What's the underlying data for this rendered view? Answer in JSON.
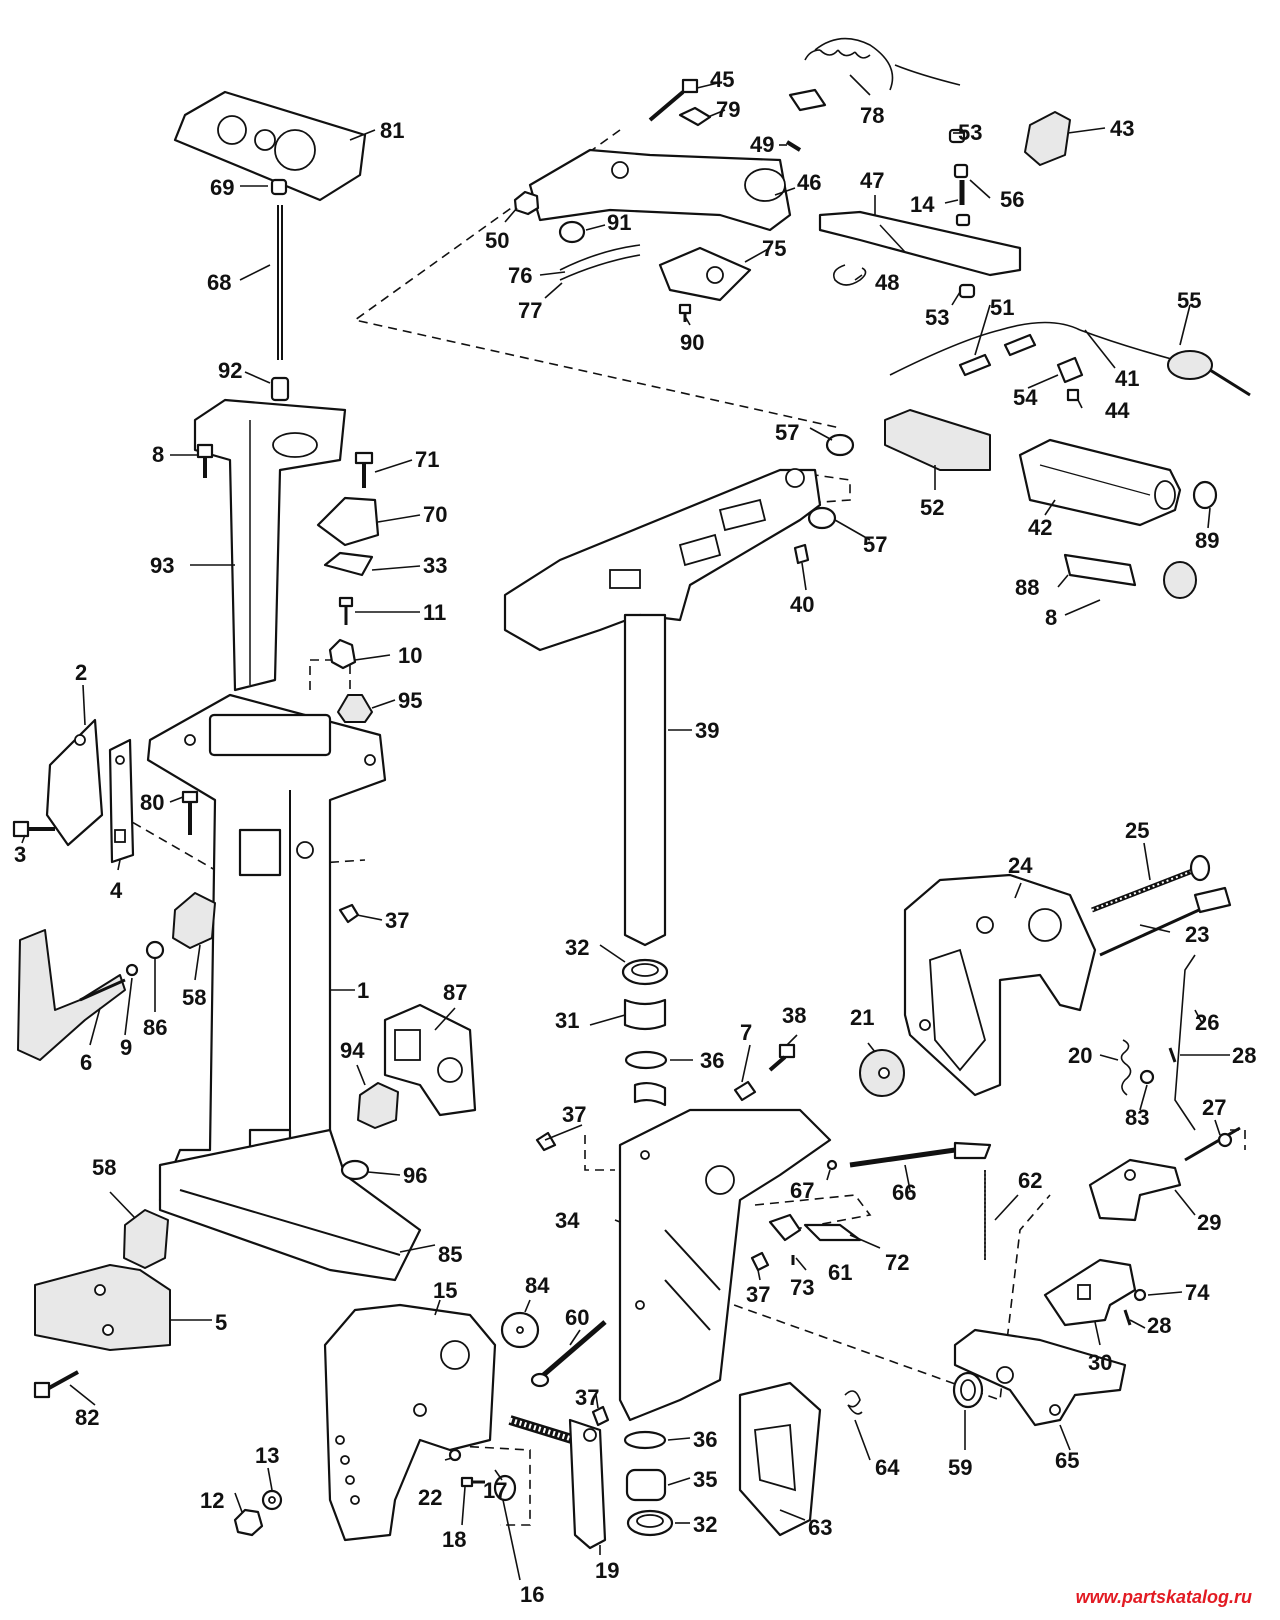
{
  "part_labels": [
    "1",
    "2",
    "3",
    "4",
    "5",
    "6",
    "7",
    "8",
    "9",
    "10",
    "11",
    "12",
    "13",
    "14",
    "15",
    "16",
    "17",
    "18",
    "19",
    "20",
    "21",
    "22",
    "23",
    "24",
    "25",
    "26",
    "27",
    "28",
    "29",
    "30",
    "31",
    "32",
    "33",
    "34",
    "35",
    "36",
    "37",
    "38",
    "39",
    "40",
    "41",
    "42",
    "43",
    "44",
    "45",
    "46",
    "47",
    "48",
    "49",
    "50",
    "51",
    "52",
    "53",
    "54",
    "55",
    "56",
    "57",
    "58",
    "59",
    "60",
    "61",
    "62",
    "63",
    "64",
    "65",
    "66",
    "67",
    "68",
    "69",
    "70",
    "71",
    "72",
    "73",
    "74",
    "75",
    "76",
    "77",
    "78",
    "79",
    "80",
    "81",
    "82",
    "83",
    "84",
    "85",
    "86",
    "87",
    "88",
    "89",
    "90",
    "91",
    "92",
    "93",
    "94",
    "95",
    "96"
  ],
  "callouts": [
    {
      "text": "81"
    },
    {
      "text": "69"
    },
    {
      "text": "68"
    },
    {
      "text": "92"
    },
    {
      "text": "8"
    },
    {
      "text": "93"
    },
    {
      "text": "71"
    },
    {
      "text": "70"
    },
    {
      "text": "33"
    },
    {
      "text": "11"
    },
    {
      "text": "10"
    },
    {
      "text": "95"
    },
    {
      "text": "2"
    },
    {
      "text": "3"
    },
    {
      "text": "4"
    },
    {
      "text": "80"
    },
    {
      "text": "37"
    },
    {
      "text": "58"
    },
    {
      "text": "1"
    },
    {
      "text": "6"
    },
    {
      "text": "9"
    },
    {
      "text": "86"
    },
    {
      "text": "87"
    },
    {
      "text": "94"
    },
    {
      "text": "96"
    },
    {
      "text": "58"
    },
    {
      "text": "85"
    },
    {
      "text": "5"
    },
    {
      "text": "82"
    },
    {
      "text": "15"
    },
    {
      "text": "12"
    },
    {
      "text": "13"
    },
    {
      "text": "22"
    },
    {
      "text": "17"
    },
    {
      "text": "18"
    },
    {
      "text": "16"
    },
    {
      "text": "19"
    },
    {
      "text": "45"
    },
    {
      "text": "79"
    },
    {
      "text": "78"
    },
    {
      "text": "49"
    },
    {
      "text": "53"
    },
    {
      "text": "43"
    },
    {
      "text": "46"
    },
    {
      "text": "47"
    },
    {
      "text": "14"
    },
    {
      "text": "56"
    },
    {
      "text": "50"
    },
    {
      "text": "91"
    },
    {
      "text": "75"
    },
    {
      "text": "76"
    },
    {
      "text": "77"
    },
    {
      "text": "48"
    },
    {
      "text": "90"
    },
    {
      "text": "53"
    },
    {
      "text": "51"
    },
    {
      "text": "55"
    },
    {
      "text": "41"
    },
    {
      "text": "54"
    },
    {
      "text": "44"
    },
    {
      "text": "57"
    },
    {
      "text": "52"
    },
    {
      "text": "42"
    },
    {
      "text": "89"
    },
    {
      "text": "57"
    },
    {
      "text": "40"
    },
    {
      "text": "88"
    },
    {
      "text": "8"
    },
    {
      "text": "39"
    },
    {
      "text": "32"
    },
    {
      "text": "31"
    },
    {
      "text": "36"
    },
    {
      "text": "7"
    },
    {
      "text": "38"
    },
    {
      "text": "21"
    },
    {
      "text": "24"
    },
    {
      "text": "25"
    },
    {
      "text": "23"
    },
    {
      "text": "26"
    },
    {
      "text": "20"
    },
    {
      "text": "28"
    },
    {
      "text": "83"
    },
    {
      "text": "27"
    },
    {
      "text": "37"
    },
    {
      "text": "67"
    },
    {
      "text": "66"
    },
    {
      "text": "62"
    },
    {
      "text": "29"
    },
    {
      "text": "34"
    },
    {
      "text": "37"
    },
    {
      "text": "73"
    },
    {
      "text": "61"
    },
    {
      "text": "72"
    },
    {
      "text": "74"
    },
    {
      "text": "30"
    },
    {
      "text": "28"
    },
    {
      "text": "84"
    },
    {
      "text": "60"
    },
    {
      "text": "37"
    },
    {
      "text": "36"
    },
    {
      "text": "35"
    },
    {
      "text": "32"
    },
    {
      "text": "64"
    },
    {
      "text": "59"
    },
    {
      "text": "65"
    },
    {
      "text": "63"
    }
  ],
  "watermark": "www.partskatalog.ru"
}
